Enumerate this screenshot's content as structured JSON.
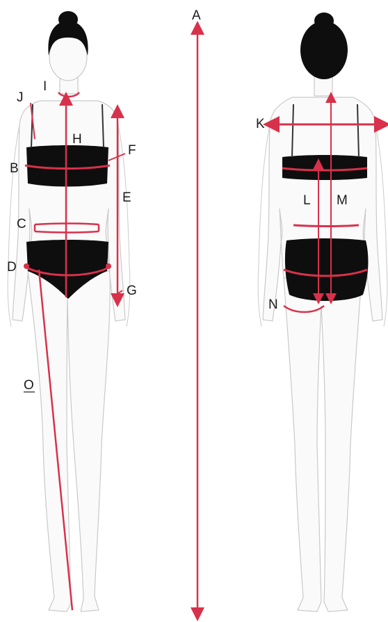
{
  "labels": {
    "A": "A",
    "B": "B",
    "C": "C",
    "D": "D",
    "E": "E",
    "F": "F",
    "G": "G",
    "H": "H",
    "I": "I",
    "J": "J",
    "K": "K",
    "L": "L",
    "M": "M",
    "N": "N",
    "O": "O"
  },
  "colors": {
    "measure_line": "#d8314b",
    "garment": "#0e0e0e",
    "outline": "#c9c9c9"
  }
}
